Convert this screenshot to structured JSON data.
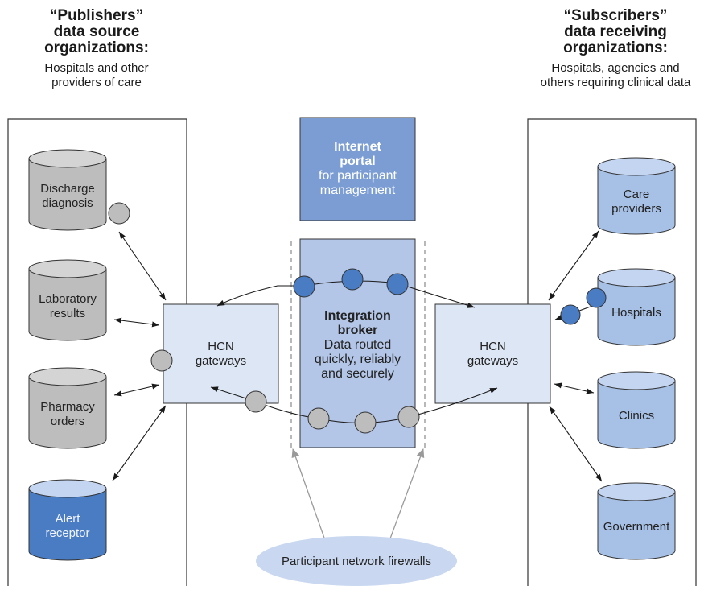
{
  "publishers": {
    "title_line1": "“Publishers”",
    "title_line2": "data source",
    "title_line3": "organizations:",
    "subtitle_line1": "Hospitals and other",
    "subtitle_line2": "providers of care"
  },
  "subscribers": {
    "title_line1": "“Subscribers”",
    "title_line2": "data receiving",
    "title_line3": "organizations:",
    "subtitle_line1": "Hospitals, agencies and",
    "subtitle_line2": "others requiring clinical data"
  },
  "sources": [
    {
      "line1": "Discharge",
      "line2": "diagnosis"
    },
    {
      "line1": "Laboratory",
      "line2": "results"
    },
    {
      "line1": "Pharmacy",
      "line2": "orders"
    },
    {
      "line1": "Alert",
      "line2": "receptor"
    }
  ],
  "receivers": [
    {
      "line1": "Care",
      "line2": "providers"
    },
    {
      "line1": "Hospitals",
      "line2": ""
    },
    {
      "line1": "Clinics",
      "line2": ""
    },
    {
      "line1": "Government",
      "line2": ""
    }
  ],
  "gateway_left": {
    "line1": "HCN",
    "line2": "gateways"
  },
  "gateway_right": {
    "line1": "HCN",
    "line2": "gateways"
  },
  "portal": {
    "title1": "Internet",
    "title2": "portal",
    "desc1": "for participant",
    "desc2": "management"
  },
  "broker": {
    "title1": "Integration",
    "title2": "broker",
    "desc1": "Data routed",
    "desc2": "quickly, reliably",
    "desc3": "and securely"
  },
  "firewall": {
    "label": "Participant network firewalls"
  },
  "colors": {
    "gray_fill": "#bdbdbd",
    "gray_top": "#d4d4d4",
    "blue_dark": "#4a7cc4",
    "blue_light": "#a7c0e6",
    "blue_light_top": "#c3d5f1",
    "broker_fill": "#b3c6e8",
    "portal_fill": "#7b9dd4",
    "gateway_fill": "#dde6f5",
    "ellipse_fill": "#c9d8f0"
  }
}
